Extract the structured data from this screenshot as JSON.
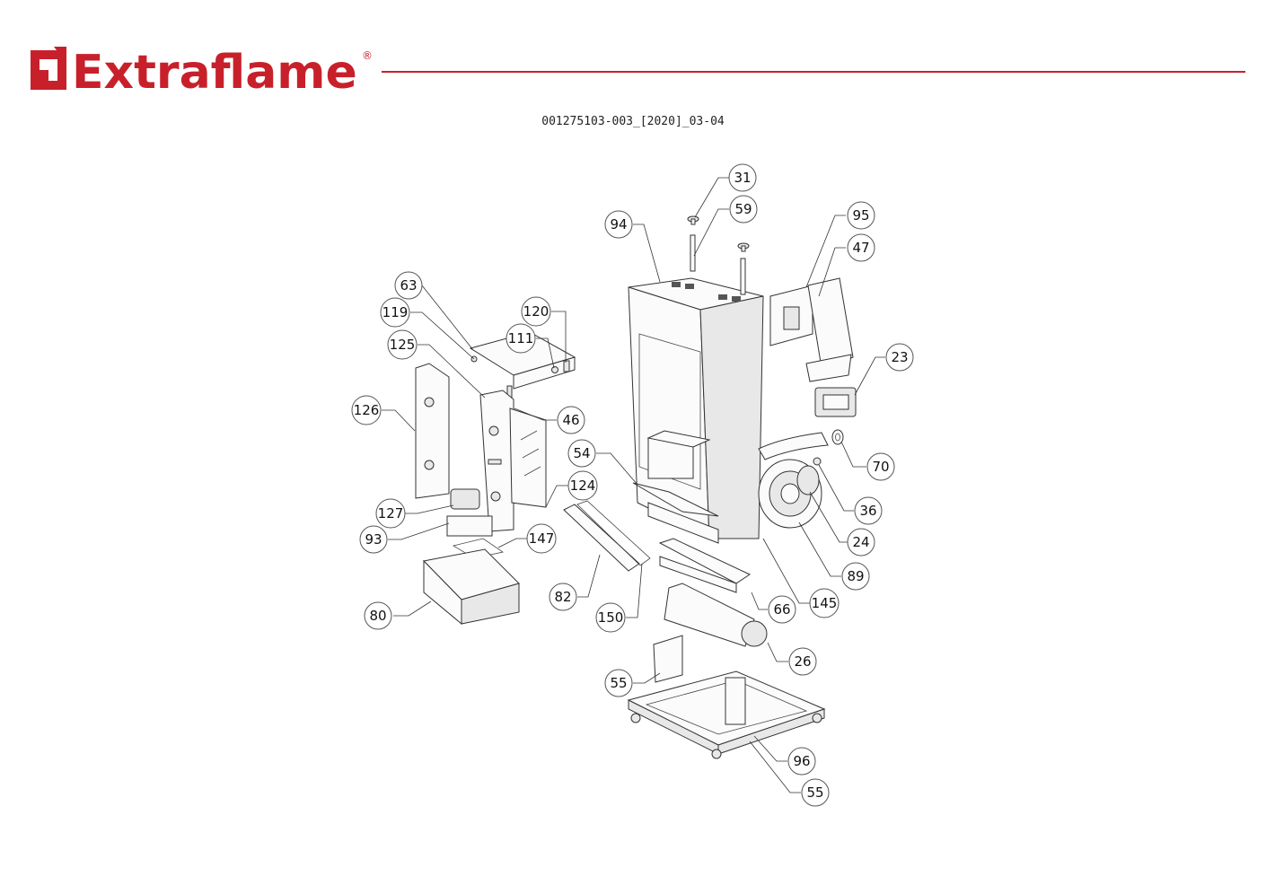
{
  "brand": {
    "name": "Extraflame",
    "mark": "®",
    "color": "#c8202a"
  },
  "document": {
    "code": "001275103-003_[2020]_03-04"
  },
  "callouts": [
    {
      "id": "c31",
      "label": "31"
    },
    {
      "id": "c59",
      "label": "59"
    },
    {
      "id": "c94",
      "label": "94"
    },
    {
      "id": "c95",
      "label": "95"
    },
    {
      "id": "c47",
      "label": "47"
    },
    {
      "id": "c63",
      "label": "63"
    },
    {
      "id": "c120",
      "label": "120"
    },
    {
      "id": "c119",
      "label": "119"
    },
    {
      "id": "c111",
      "label": "111"
    },
    {
      "id": "c125",
      "label": "125"
    },
    {
      "id": "c23",
      "label": "23"
    },
    {
      "id": "c126",
      "label": "126"
    },
    {
      "id": "c46",
      "label": "46"
    },
    {
      "id": "c54",
      "label": "54"
    },
    {
      "id": "c70",
      "label": "70"
    },
    {
      "id": "c124",
      "label": "124"
    },
    {
      "id": "c36",
      "label": "36"
    },
    {
      "id": "c127",
      "label": "127"
    },
    {
      "id": "c93",
      "label": "93"
    },
    {
      "id": "c147",
      "label": "147"
    },
    {
      "id": "c24",
      "label": "24"
    },
    {
      "id": "c89",
      "label": "89"
    },
    {
      "id": "c82",
      "label": "82"
    },
    {
      "id": "c145",
      "label": "145"
    },
    {
      "id": "c66",
      "label": "66"
    },
    {
      "id": "c80",
      "label": "80"
    },
    {
      "id": "c150",
      "label": "150"
    },
    {
      "id": "c26",
      "label": "26"
    },
    {
      "id": "c55a",
      "label": "55"
    },
    {
      "id": "c96",
      "label": "96"
    },
    {
      "id": "c55b",
      "label": "55"
    }
  ]
}
